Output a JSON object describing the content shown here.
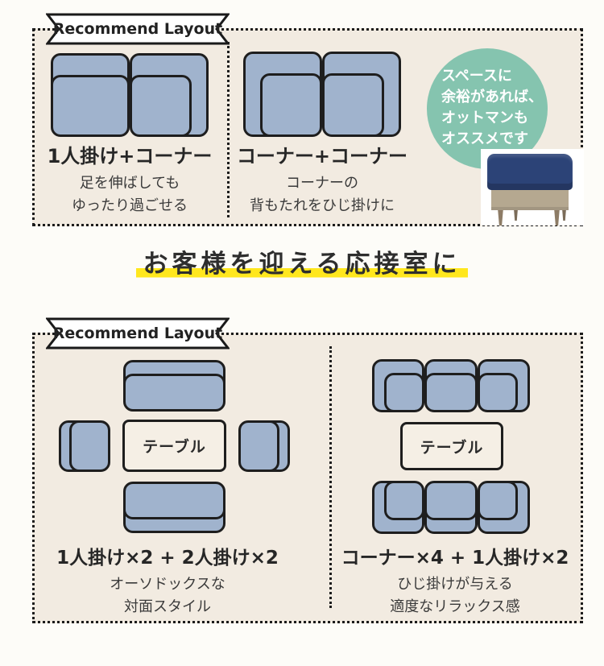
{
  "theme": {
    "page_bg": "#fdfcf8",
    "panel_bg": "#f2ebe1",
    "sofa_blue": "#a0b3cd",
    "outline_dark": "#1e1e1e",
    "bubble_teal": "#85c4af",
    "highlight_yellow": "#ffe71e",
    "ottoman_navy": "#2c4377",
    "ottoman_wood": "#b5a890"
  },
  "section_top": {
    "banner_label": "Recommend Layout",
    "layouts": [
      {
        "title": "1人掛け+コーナー",
        "desc_line1": "足を伸ばしても",
        "desc_line2": "ゆったり過ごせる"
      },
      {
        "title": "コーナー+コーナー",
        "desc_line1": "コーナーの",
        "desc_line2": "背もたれをひじ掛けに"
      }
    ],
    "bubble_lines": [
      "スペースに",
      "余裕があれば、",
      "オットマンも",
      "オススメです"
    ]
  },
  "heading": {
    "text": "お客様を迎える応接室に"
  },
  "section_bottom": {
    "banner_label": "Recommend Layout",
    "layouts": [
      {
        "title": "1人掛け×2 + 2人掛け×2",
        "table_label": "テーブル",
        "desc_line1": "オーソドックスな",
        "desc_line2": "対面スタイル"
      },
      {
        "title": "コーナー×4 + 1人掛け×2",
        "table_label": "テーブル",
        "desc_line1": "ひじ掛けが与える",
        "desc_line2": "適度なリラックス感"
      }
    ]
  }
}
